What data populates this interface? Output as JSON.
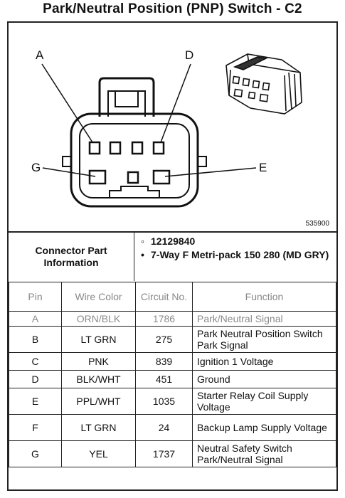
{
  "title": "Park/Neutral Position (PNP) Switch - C2",
  "diagram": {
    "callouts": {
      "A": "A",
      "D": "D",
      "G": "G",
      "E": "E"
    },
    "part_ref": "535900"
  },
  "connector_info": {
    "label": "Connector Part Information",
    "part_number": "12129840",
    "description": "7-Way F Metri-pack 150 280 (MD GRY)",
    "bullet_1": "◦",
    "bullet_2": "•"
  },
  "table": {
    "headers": {
      "pin": "Pin",
      "wire": "Wire Color",
      "circuit": "Circuit No.",
      "function": "Function"
    },
    "rows": [
      {
        "pin": "A",
        "wire": "ORN/BLK",
        "circuit": "1786",
        "function": "Park/Neutral Signal"
      },
      {
        "pin": "B",
        "wire": "LT GRN",
        "circuit": "275",
        "function": "Park Neutral Position Switch Park Signal"
      },
      {
        "pin": "C",
        "wire": "PNK",
        "circuit": "839",
        "function": "Ignition 1 Voltage"
      },
      {
        "pin": "D",
        "wire": "BLK/WHT",
        "circuit": "451",
        "function": "Ground"
      },
      {
        "pin": "E",
        "wire": "PPL/WHT",
        "circuit": "1035",
        "function": "Starter Relay Coil Supply Voltage"
      },
      {
        "pin": "F",
        "wire": "LT GRN",
        "circuit": "24",
        "function": "Backup Lamp Supply Voltage"
      },
      {
        "pin": "G",
        "wire": "YEL",
        "circuit": "1737",
        "function": "Neutral Safety Switch Park/Neutral Signal"
      }
    ]
  }
}
